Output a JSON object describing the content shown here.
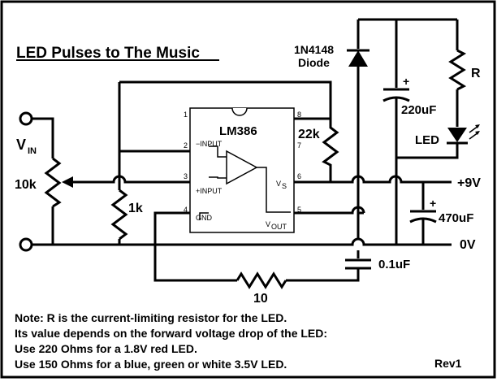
{
  "title": "LED Pulses to The Music",
  "ic": {
    "name": "LM386",
    "pins": {
      "p1": "1",
      "p2": "2",
      "p3": "3",
      "p4": "4",
      "p5": "5",
      "p6": "6",
      "p7": "7",
      "p8": "8"
    },
    "pin_labels": {
      "minus_input": "−INPUT",
      "plus_input": "+INPUT",
      "gnd": "GND",
      "vs": "V",
      "vs_sub": "S",
      "vout": "V",
      "vout_sub": "OUT"
    }
  },
  "labels": {
    "vin": "V",
    "vin_sub": "IN",
    "pot": "10k",
    "r1k": "1k",
    "r22k": "22k",
    "diode_line1": "1N4148",
    "diode_line2": "Diode",
    "cap220": "220uF",
    "cap220_plus": "+",
    "led_r": "R",
    "led": "LED",
    "plus9v": "+9V",
    "cap470": "470uF",
    "cap470_plus": "+",
    "zero_v": "0V",
    "cap01": "0.1uF",
    "r10": "10"
  },
  "note": {
    "lines": [
      "Note: R is the current-limiting resistor for the LED.",
      "Its value depends on the forward voltage drop of the LED:",
      "Use 220 Ohms for a 1.8V red LED.",
      "Use 150 Ohms for a blue, green or white 3.5V LED."
    ],
    "rev": "Rev1"
  }
}
